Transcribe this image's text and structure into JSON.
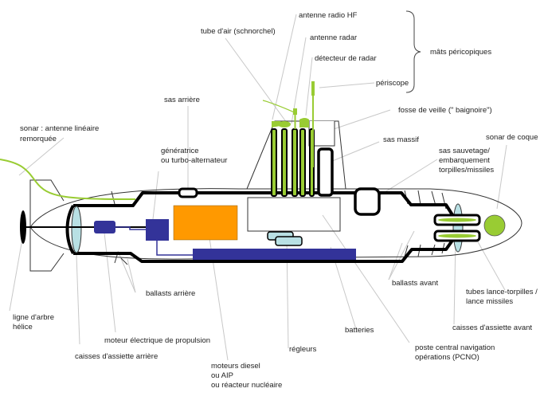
{
  "labels": {
    "antenne_radio_hf": "antenne radio HF",
    "tube_air": "tube d'air (schnorchel)",
    "antenne_radar": "antenne radar",
    "detecteur_radar": "détecteur de radar",
    "periscope": "périscope",
    "mats_periscopiques": "mâts péricopiques",
    "fosse_veille": "fosse de veille (\" baignoire\")",
    "sas_arriere": "sas arrière",
    "sas_massif": "sas massif",
    "sonar_coque": "sonar de coque",
    "sonar_remorque_1": "sonar : antenne linéaire",
    "sonar_remorque_2": "remorquée",
    "generatrice_1": "génératrice",
    "generatrice_2": "ou turbo-alternateur",
    "sas_sauvetage_1": "sas sauvetage/",
    "sas_sauvetage_2": "embarquement",
    "sas_sauvetage_3": "torpilles/missiles",
    "ballasts_arriere": "ballasts arrière",
    "ballasts_avant": "ballasts avant",
    "tubes_1": "tubes lance-torpilles /",
    "tubes_2": "lance missiles",
    "ligne_arbre_1": "ligne d'arbre",
    "ligne_arbre_2": "hélice",
    "moteur_electrique": "moteur électrique de propulsion",
    "caisses_arriere": "caisses d'assiette arrière",
    "caisses_avant": "caisses d'assiette avant",
    "batteries": "batteries",
    "regleurs": "régleurs",
    "poste_central_1": "poste central navigation",
    "poste_central_2": "opérations (PCNO)",
    "moteurs_1": "moteurs diesel",
    "moteurs_2": "ou AIP",
    "moteurs_3": "ou réacteur nucléaire"
  },
  "colors": {
    "mast_green": "#99cc33",
    "engine_orange": "#ff9900",
    "battery_blue": "#333399",
    "trim_tank_cyan": "#b8e0e4",
    "hull_black": "#000000"
  }
}
